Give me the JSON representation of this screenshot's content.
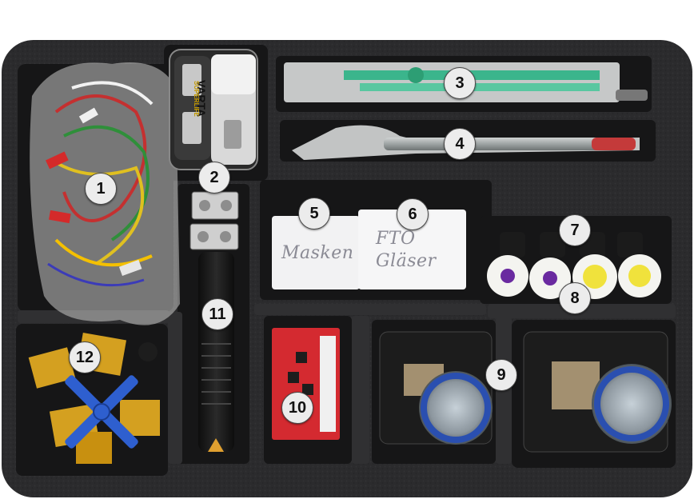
{
  "photo": {
    "description_free": true,
    "colors": {
      "foam": "#2b2b2d",
      "foam_edge": "#3a3a3c",
      "cavity": "#151516",
      "callout_bg": "#ececec"
    },
    "labels": {
      "label_5_text": "Masken",
      "label_6_text": "FTO Gläser",
      "battery_brand": "VARTA",
      "battery_sub": "SUPERLIFE"
    }
  },
  "callouts": [
    {
      "id": "1",
      "label": "1"
    },
    {
      "id": "2",
      "label": "2"
    },
    {
      "id": "3",
      "label": "3"
    },
    {
      "id": "4",
      "label": "4"
    },
    {
      "id": "5",
      "label": "5"
    },
    {
      "id": "6",
      "label": "6"
    },
    {
      "id": "7",
      "label": "7"
    },
    {
      "id": "8",
      "label": "8"
    },
    {
      "id": "9",
      "label": "9"
    },
    {
      "id": "10",
      "label": "10"
    },
    {
      "id": "11",
      "label": "11"
    },
    {
      "id": "12",
      "label": "12"
    }
  ]
}
